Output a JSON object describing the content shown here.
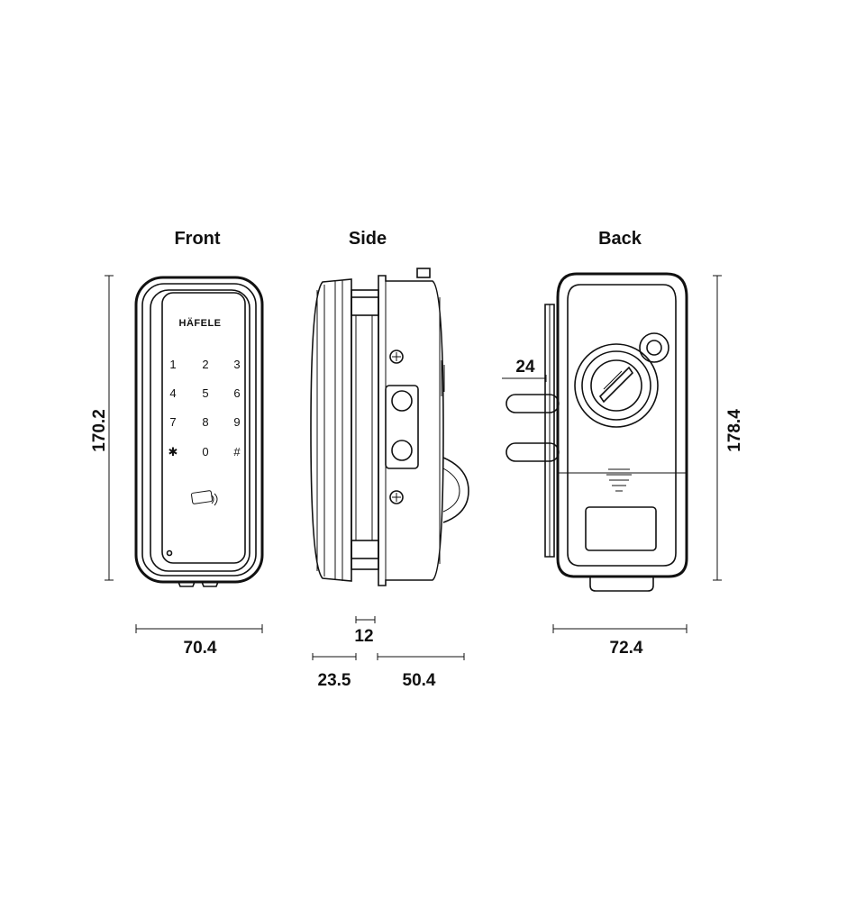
{
  "views": {
    "front": "Front",
    "side": "Side",
    "back": "Back"
  },
  "brand": "HÄFELE",
  "keypad": [
    "1",
    "2",
    "3",
    "4",
    "5",
    "6",
    "7",
    "8",
    "9",
    "✱",
    "0",
    "#"
  ],
  "dimensions": {
    "front_height": "170.2",
    "front_width": "70.4",
    "side_gap": "12",
    "side_left": "23.5",
    "side_right": "50.4",
    "back_spindle": "24",
    "back_width": "72.4",
    "back_height": "178.4"
  },
  "colors": {
    "line": "#111111",
    "background": "#ffffff"
  }
}
